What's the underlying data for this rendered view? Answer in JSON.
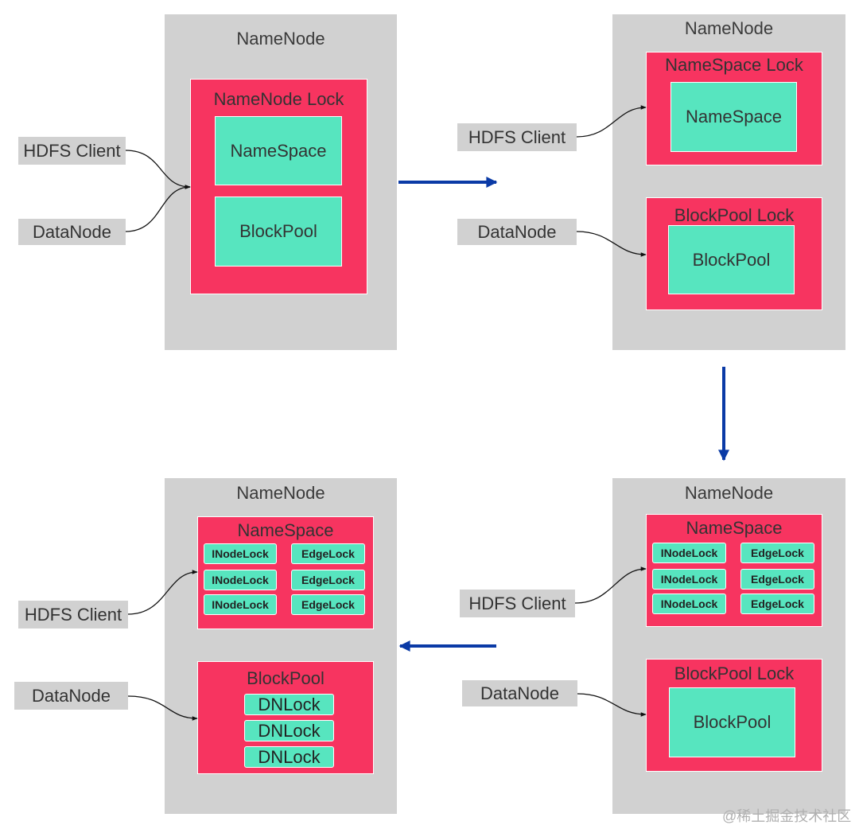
{
  "diagram": {
    "panel1": {
      "title": "NameNode",
      "lock_title": "NameNode Lock",
      "namespace": "NameSpace",
      "blockpool": "BlockPool",
      "client": "HDFS Client",
      "datanode": "DataNode"
    },
    "panel2": {
      "title": "NameNode",
      "ns_lock_title": "NameSpace Lock",
      "namespace": "NameSpace",
      "bp_lock_title": "BlockPool Lock",
      "blockpool": "BlockPool",
      "client": "HDFS Client",
      "datanode": "DataNode"
    },
    "panel3": {
      "title": "NameNode",
      "namespace_title": "NameSpace",
      "inode_locks": [
        "INodeLock",
        "INodeLock",
        "INodeLock"
      ],
      "edge_locks": [
        "EdgeLock",
        "EdgeLock",
        "EdgeLock"
      ],
      "bp_lock_title": "BlockPool Lock",
      "blockpool": "BlockPool",
      "client": "HDFS Client",
      "datanode": "DataNode"
    },
    "panel4": {
      "title": "NameNode",
      "namespace_title": "NameSpace",
      "inode_locks": [
        "INodeLock",
        "INodeLock",
        "INodeLock"
      ],
      "edge_locks": [
        "EdgeLock",
        "EdgeLock",
        "EdgeLock"
      ],
      "blockpool_title": "BlockPool",
      "dn_locks": [
        "DNLock",
        "DNLock",
        "DNLock"
      ],
      "client": "HDFS Client",
      "datanode": "DataNode"
    }
  },
  "colors": {
    "panel_gray": "#d1d1d1",
    "lock_red": "#f73460",
    "component_green": "#57e5bf",
    "arrow_blue": "#0a3aa6"
  },
  "watermark": "@稀土掘金技术社区"
}
